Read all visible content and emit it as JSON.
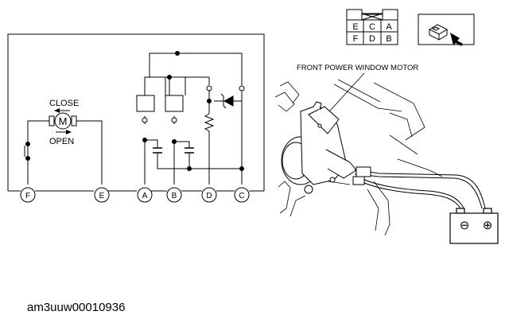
{
  "connector_face": {
    "top_row": [
      "E",
      "C",
      "A"
    ],
    "bottom_row": [
      "F",
      "D",
      "B"
    ]
  },
  "icons": [
    "connector-view-icon",
    "crossed-box-icon",
    "arrow-icon",
    "motor-icon",
    "battery-icon",
    "diode-icon",
    "resistor-icon",
    "capacitor-icon"
  ],
  "schematic": {
    "motor_symbol": "M",
    "close_label": "CLOSE",
    "open_label": "OPEN",
    "terminals": [
      "F",
      "E",
      "A",
      "B",
      "D",
      "C"
    ]
  },
  "illustration": {
    "motor_label": "FRONT POWER WINDOW MOTOR",
    "battery_negative": "⊖",
    "battery_positive": "⊕"
  },
  "document_id": "am3uuw00010936",
  "colors": {
    "line": "#000000",
    "background": "#ffffff"
  }
}
